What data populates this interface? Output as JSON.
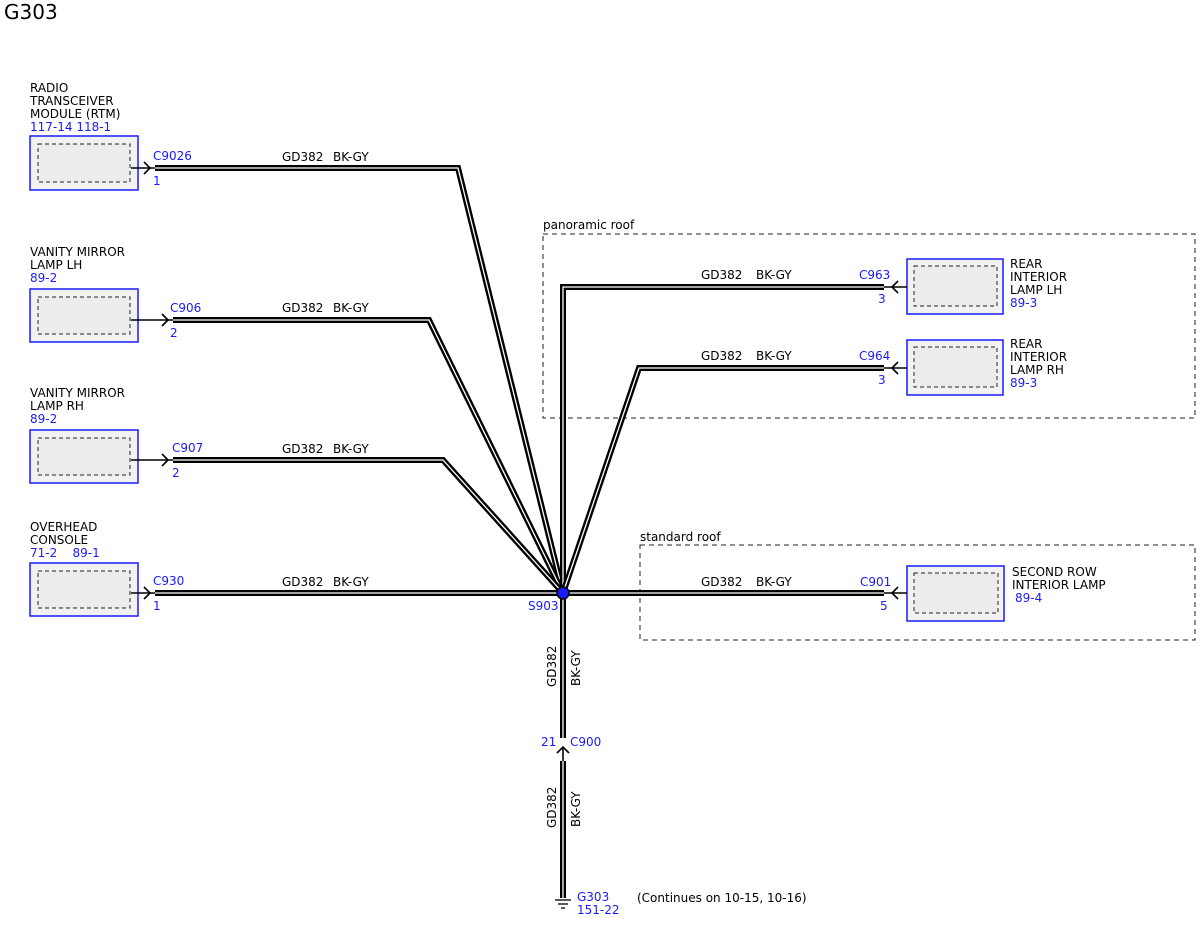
{
  "title": "G303",
  "colors": {
    "wire": "#000000",
    "component_outline": "#1a1aff",
    "splice": "#1a1aff",
    "reference_text": "#1a1aff"
  },
  "wire": {
    "circuit": "GD382",
    "color": "BK-GY"
  },
  "regions": {
    "panoramic": {
      "label": "panoramic roof"
    },
    "standard": {
      "label": "standard roof"
    }
  },
  "components": [
    {
      "id": "rtm",
      "name_lines": [
        "RADIO",
        "TRANSCEIVER",
        "MODULE (RTM)"
      ],
      "ref": "117-14 118-1",
      "connector": "C9026",
      "pin": "1"
    },
    {
      "id": "vm-lh",
      "name_lines": [
        "VANITY MIRROR",
        "LAMP LH"
      ],
      "ref": "89-2",
      "connector": "C906",
      "pin": "2"
    },
    {
      "id": "vm-rh",
      "name_lines": [
        "VANITY MIRROR",
        "LAMP RH"
      ],
      "ref": "89-2",
      "connector": "C907",
      "pin": "2"
    },
    {
      "id": "overhead",
      "name_lines": [
        "OVERHEAD",
        "CONSOLE"
      ],
      "ref": "71-2    89-1",
      "connector": "C930",
      "pin": "1"
    },
    {
      "id": "rear-lh",
      "name_lines": [
        "REAR",
        "INTERIOR",
        "LAMP LH"
      ],
      "ref": "89-3",
      "connector": "C963",
      "pin": "3"
    },
    {
      "id": "rear-rh",
      "name_lines": [
        "REAR",
        "INTERIOR",
        "LAMP RH"
      ],
      "ref": "89-3",
      "connector": "C964",
      "pin": "3"
    },
    {
      "id": "second-row",
      "name_lines": [
        "SECOND ROW",
        "INTERIOR LAMP"
      ],
      "ref": "89-4",
      "connector": "C901",
      "pin": "5"
    }
  ],
  "splice": {
    "label": "S903"
  },
  "inline_connector": {
    "label": "C900",
    "pin": "21"
  },
  "ground": {
    "label": "G303",
    "ref": "151-22",
    "note": "(Continues on 10-15, 10-16)"
  }
}
